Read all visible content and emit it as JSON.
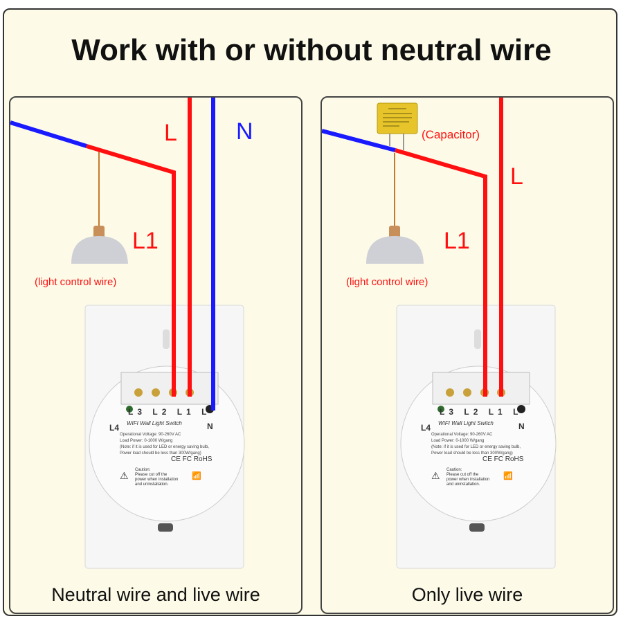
{
  "title": "Work with or without neutral wire",
  "left_panel": {
    "label_L": "L",
    "label_N": "N",
    "label_L1": "L1",
    "lamp_note": "(light control wire)",
    "caption": "Neutral wire and live wire",
    "switch": {
      "terminals": [
        "L3",
        "L2",
        "L1",
        "L"
      ],
      "terminal_n": "N",
      "l4": "L4",
      "name": "WIFI Wall Light Switch",
      "voltage": "Operational Voltage: 90-260V AC",
      "load": "Load Power: 0-1000 W/gang",
      "note1": "(Note: if it is used for LED or energy saving bulb,",
      "note2": "Power load should be less than 300W/gang)",
      "cert": "CE FC RoHS",
      "caution_title": "Caution:",
      "caution1": "Please cut off the",
      "caution2": "power when installation",
      "caution3": "and uninstallation."
    }
  },
  "right_panel": {
    "label_L": "L",
    "label_L1": "L1",
    "capacitor_note": "(Capacitor)",
    "lamp_note": "(light control wire)",
    "caption": "Only live wire",
    "switch": {
      "terminals": [
        "L3",
        "L2",
        "L1",
        "L"
      ],
      "terminal_n": "N",
      "l4": "L4",
      "name": "WIFI Wall Light Switch",
      "voltage": "Operational Voltage: 90-260V AC",
      "load": "Load Power: 0-1000 W/gang",
      "note1": "(Note: if it is used for LED or energy saving bulb,",
      "note2": "Power load should be less than 300W/gang)",
      "cert": "CE FC RoHS",
      "caution_title": "Caution:",
      "caution1": "Please cut off the",
      "caution2": "power when installation",
      "caution3": "and uninstallation."
    }
  },
  "colors": {
    "live": "#ff1010",
    "neutral": "#1a1aff",
    "background": "#fdfbe8"
  }
}
